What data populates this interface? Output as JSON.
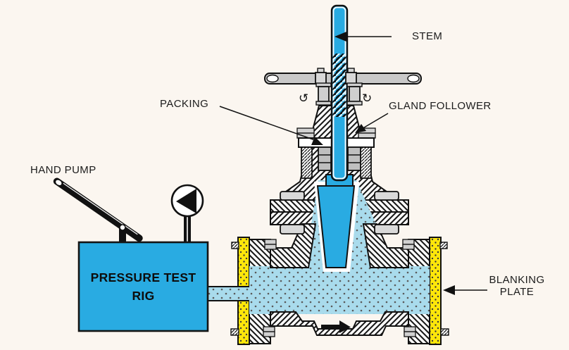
{
  "diagram": {
    "background": "#FBF6F0",
    "labels": {
      "stem": "STEM",
      "packing": "PACKING",
      "gland_follower": "GLAND FOLLOWER",
      "hand_pump": "HAND PUMP",
      "blanking_plate": "BLANKING PLATE"
    },
    "rig_box": {
      "line1": "PRESSURE TEST",
      "line2": "RIG"
    },
    "colors": {
      "stem_blue": "#29ABE2",
      "fluid_blue": "#A9DBEC",
      "blanking_plate_yellow": "#FFE70A",
      "handwheel_gray": "#C9C9C9",
      "line_black": "#111111"
    },
    "icons": {
      "rotate_ccw": "↺",
      "rotate_cw": "↻"
    }
  }
}
